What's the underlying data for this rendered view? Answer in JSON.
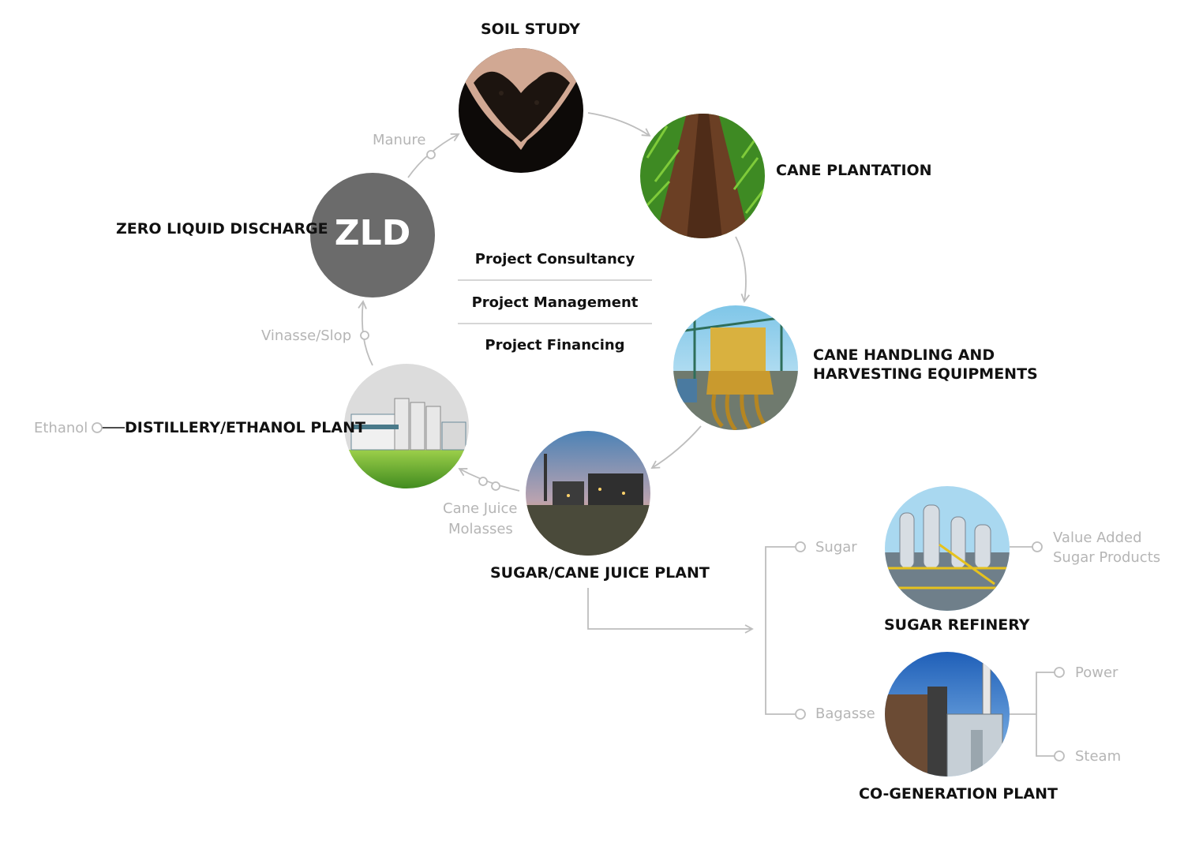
{
  "nodes": {
    "soil_study": "SOIL STUDY",
    "cane_plantation": "CANE PLANTATION",
    "cane_handling_line1": "CANE HANDLING AND",
    "cane_handling_line2": "HARVESTING EQUIPMENTS",
    "sugar_plant": "SUGAR/CANE JUICE PLANT",
    "distillery": "DISTILLERY/ETHANOL PLANT",
    "zld_name": "ZERO LIQUID DISCHARGE",
    "zld_badge": "ZLD",
    "sugar_refinery": "SUGAR REFINERY",
    "cogen": "CO-GENERATION PLANT"
  },
  "flows": {
    "manure": "Manure",
    "vinasse": "Vinasse/Slop",
    "ethanol": "Ethanol",
    "cane_juice": "Cane Juice",
    "molasses": "Molasses",
    "sugar": "Sugar",
    "bagasse": "Bagasse",
    "value_added_line1": "Value Added",
    "value_added_line2": "Sugar Products",
    "power": "Power",
    "steam": "Steam"
  },
  "services": [
    "Project Consultancy",
    "Project Management",
    "Project Financing"
  ],
  "colors": {
    "zld_circle": "#6b6b6b",
    "connector": "#bdbdbd",
    "flow_text": "#b5b5b5"
  }
}
